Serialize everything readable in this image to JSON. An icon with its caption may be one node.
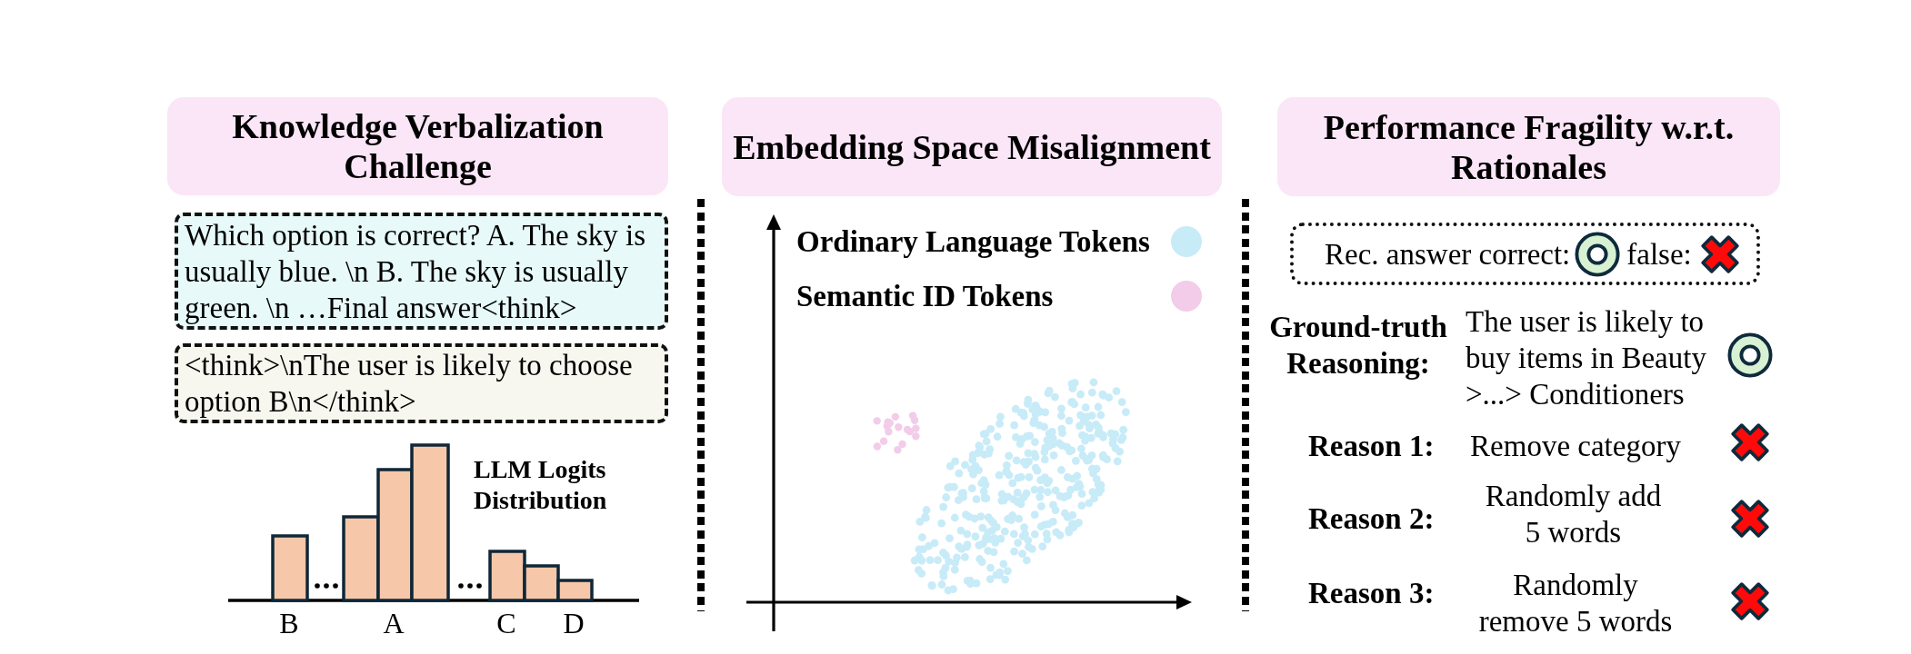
{
  "diagram": {
    "nodes": [
      {
        "text": [
          "Knowledge Verbalization Challenge"
        ]
      },
      {
        "text": [
          "Which option is correct? A. The sky is usually blue. \\n B. The sky is usually green. \\n …Final answer<think>"
        ]
      },
      {
        "text": [
          "<think>\\nThe user is likely to choose option B\\n</think>"
        ]
      },
      {
        "text": [
          "Embedding Space Misalignment"
        ]
      },
      {
        "text": [
          "Performance Fragility w.r.t. Rationales"
        ]
      },
      {
        "text": [
          "Rec. answer correct:",
          "false:"
        ]
      }
    ],
    "labels": [
      "LLM Logits Distribution",
      "B",
      "A",
      "C",
      "D",
      "Ground-truth Reasoning:",
      "The user is likely to buy items in Beauty >...> Conditioners",
      "Reason 1:",
      "Remove category",
      "Reason 2:",
      "Randomly add 5 words",
      "Reason 3:",
      "Randomly remove 5 words"
    ],
    "legend": [
      {
        "text": "Ordinary Language Tokens",
        "color": "#c8ebf8"
      },
      {
        "text": "Semantic ID Tokens",
        "color": "#f2cce9"
      }
    ]
  }
}
